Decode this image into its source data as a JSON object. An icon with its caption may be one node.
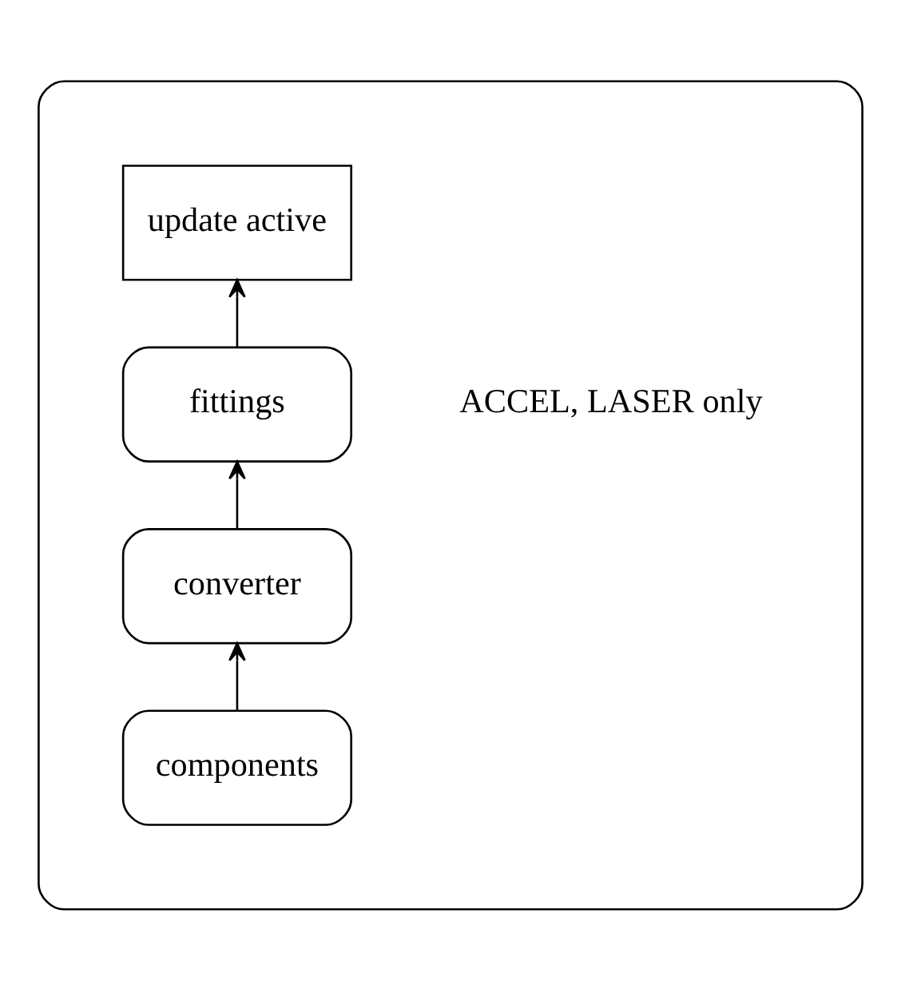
{
  "diagram": {
    "nodes": [
      {
        "text": [],
        "shape": "box"
      },
      {
        "text": [
          "update active"
        ],
        "in": 0
      },
      {
        "text": [
          "fittings"
        ],
        "in": 0,
        "beside": [
          "ACCEL, LASER only"
        ]
      },
      {
        "text": [
          "converter"
        ],
        "in": 0
      },
      {
        "text": [
          "components"
        ],
        "in": 0
      }
    ],
    "edges": [
      {
        "from": 4,
        "to": 3,
        "arrow": "to"
      },
      {
        "from": 3,
        "to": 2,
        "arrow": "to"
      },
      {
        "from": 2,
        "to": 1,
        "arrow": "to"
      }
    ]
  }
}
